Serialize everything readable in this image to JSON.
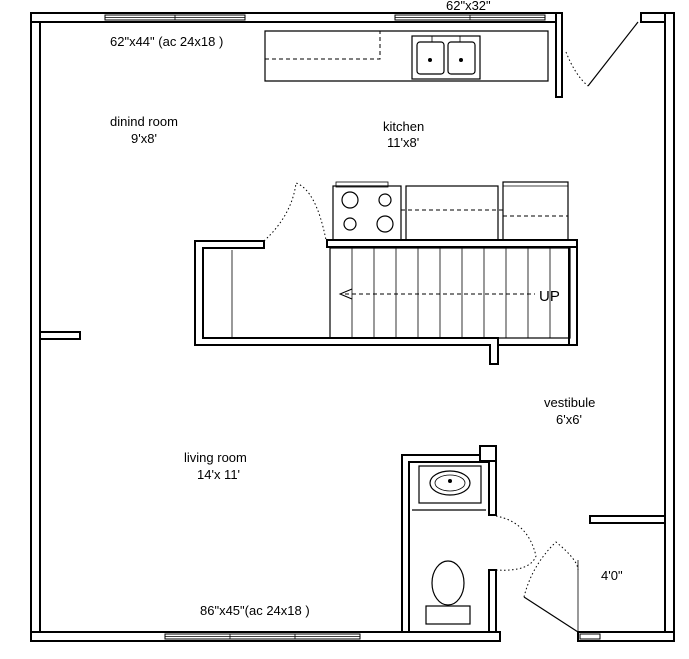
{
  "labels": {
    "top_window": "62\"x32\"",
    "dining_window": "62\"x44\" (ac 24x18 )",
    "dining_room": "dinind room",
    "dining_size": "9'x8'",
    "kitchen": "kitchen",
    "kitchen_size": "11'x8'",
    "stairs": "UP",
    "vestibule": "vestibule",
    "vestibule_size": "6'x6'",
    "living_room": "living room",
    "living_size": "14'x 11'",
    "door_width": "4'0\"",
    "bottom_window": "86\"x45\"(ac 24x18 )"
  }
}
